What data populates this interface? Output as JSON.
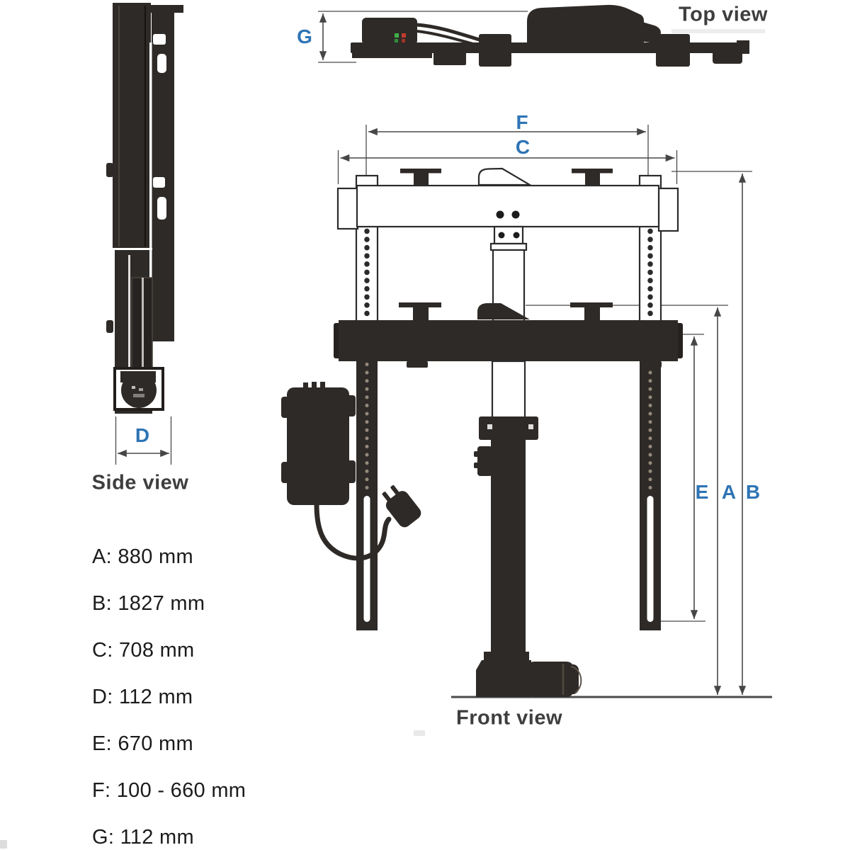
{
  "views": {
    "top": "Top view",
    "side": "Side view",
    "front": "Front view"
  },
  "dim_letters": {
    "a": "A",
    "b": "B",
    "c": "C",
    "d": "D",
    "e": "E",
    "f": "F",
    "g": "G"
  },
  "dim_list": [
    {
      "text": "A: 880 mm"
    },
    {
      "text": "B: 1827 mm"
    },
    {
      "text": "C: 708 mm"
    },
    {
      "text": "D: 112 mm"
    },
    {
      "text": "E: 670 mm"
    },
    {
      "text": "F: 100 - 660 mm"
    },
    {
      "text": "G: 112 mm"
    }
  ],
  "colors": {
    "background": "#ffffff",
    "accent_blue": "#2e74b5",
    "view_label_gray": "#3e3e3e",
    "drawing_dark": "#2e2a27",
    "dimension_line_gray": "#4a4a4a",
    "led_green": "#3fae49",
    "led_red": "#c23b2e"
  }
}
